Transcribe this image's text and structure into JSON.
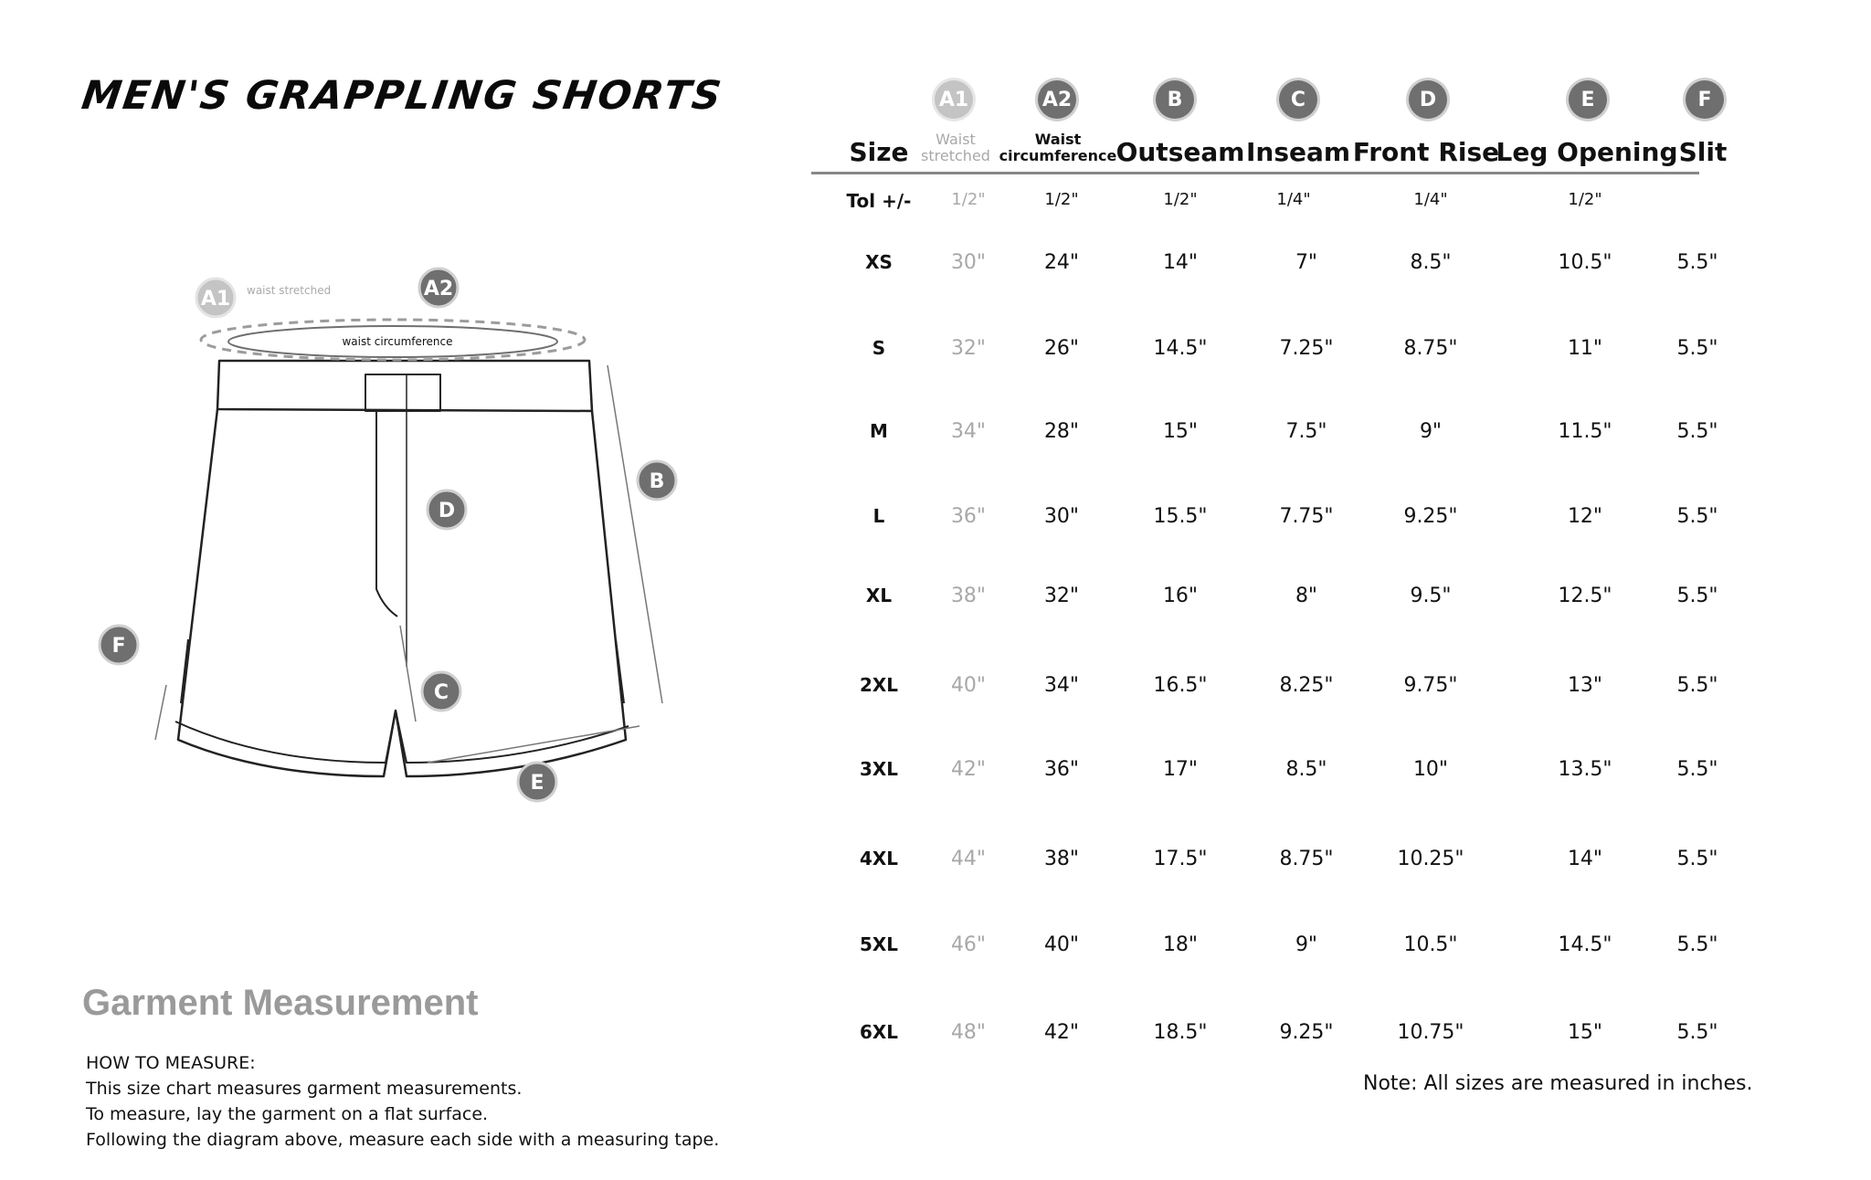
{
  "title": "MEN'S GRAPPLING SHORTS",
  "diagram": {
    "a1_badge": "A1",
    "a1_label": "waist stretched",
    "a2_badge": "A2",
    "a2_label": "waist circumference",
    "b_badge": "B",
    "c_badge": "C",
    "d_badge": "D",
    "e_badge": "E",
    "f_badge": "F"
  },
  "garment_measurement_title": "Garment Measurement",
  "how_to": {
    "heading": "HOW TO MEASURE:",
    "lines": [
      "This size chart measures garment measurements.",
      "To measure, lay the garment on a flat surface.",
      "Following the diagram above, measure each side with a measuring tape."
    ]
  },
  "table": {
    "size_header": "Size",
    "tol_label": "Tol +/-",
    "columns": [
      {
        "badge": "A1",
        "label_line1": "Waist",
        "label_line2": "stretched",
        "tol": "1/2\"",
        "muted": true
      },
      {
        "badge": "A2",
        "label_line1": "Waist",
        "label_line2": "circumference",
        "tol": "1/2\"",
        "muted": false
      },
      {
        "badge": "B",
        "label": "Outseam",
        "tol": "1/2\""
      },
      {
        "badge": "C",
        "label": "Inseam",
        "tol": "1/4\""
      },
      {
        "badge": "D",
        "label": "Front Rise",
        "tol": "1/4\""
      },
      {
        "badge": "E",
        "label": "Leg Opening",
        "tol": "1/2\""
      },
      {
        "badge": "F",
        "label": "Slit",
        "tol": ""
      }
    ],
    "rows": [
      {
        "size": "XS",
        "values": [
          "30\"",
          "24\"",
          "14\"",
          "7\"",
          "8.5\"",
          "10.5\"",
          "5.5\""
        ]
      },
      {
        "size": "S",
        "values": [
          "32\"",
          "26\"",
          "14.5\"",
          "7.25\"",
          "8.75\"",
          "11\"",
          "5.5\""
        ]
      },
      {
        "size": "M",
        "values": [
          "34\"",
          "28\"",
          "15\"",
          "7.5\"",
          "9\"",
          "11.5\"",
          "5.5\""
        ]
      },
      {
        "size": "L",
        "values": [
          "36\"",
          "30\"",
          "15.5\"",
          "7.75\"",
          "9.25\"",
          "12\"",
          "5.5\""
        ]
      },
      {
        "size": "XL",
        "values": [
          "38\"",
          "32\"",
          "16\"",
          "8\"",
          "9.5\"",
          "12.5\"",
          "5.5\""
        ]
      },
      {
        "size": "2XL",
        "values": [
          "40\"",
          "34\"",
          "16.5\"",
          "8.25\"",
          "9.75\"",
          "13\"",
          "5.5\""
        ]
      },
      {
        "size": "3XL",
        "values": [
          "42\"",
          "36\"",
          "17\"",
          "8.5\"",
          "10\"",
          "13.5\"",
          "5.5\""
        ]
      },
      {
        "size": "4XL",
        "values": [
          "44\"",
          "38\"",
          "17.5\"",
          "8.75\"",
          "10.25\"",
          "14\"",
          "5.5\""
        ]
      },
      {
        "size": "5XL",
        "values": [
          "46\"",
          "40\"",
          "18\"",
          "9\"",
          "10.5\"",
          "14.5\"",
          "5.5\""
        ]
      },
      {
        "size": "6XL",
        "values": [
          "48\"",
          "42\"",
          "18.5\"",
          "9.25\"",
          "10.75\"",
          "15\"",
          "5.5\""
        ]
      }
    ]
  },
  "note": "Note: All sizes are measured in inches.",
  "colors": {
    "badge_dark": "#6f6f6f",
    "badge_light": "#c4c4c4",
    "muted_text": "#a8a8a8",
    "heading_gray": "#9a9a9a"
  }
}
